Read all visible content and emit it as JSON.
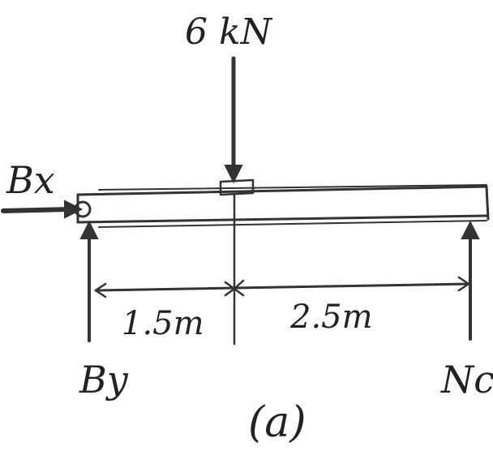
{
  "diagram": {
    "load_label": "6 kN",
    "reaction_bx_label": "Bx",
    "reaction_by_label": "By",
    "reaction_nc_label": "Nc",
    "dimension_left": "1.5m",
    "dimension_right": "2.5m",
    "figure_label": "(a)"
  }
}
